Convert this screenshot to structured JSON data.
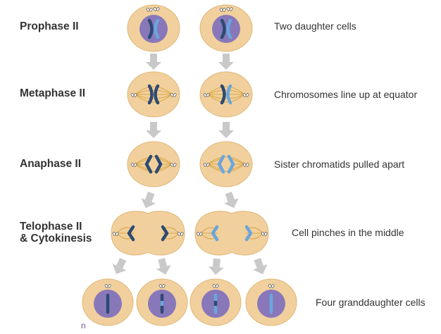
{
  "stages": [
    {
      "id": "prophase",
      "label": "Prophase II",
      "description": "Two daughter cells"
    },
    {
      "id": "metaphase",
      "label": "Metaphase II",
      "description": "Chromosomes line up at equator"
    },
    {
      "id": "anaphase",
      "label": "Anaphase II",
      "description": "Sister chromatids pulled apart"
    },
    {
      "id": "telophase",
      "label_line1": "Telophase II",
      "label_line2": "& Cytokinesis",
      "description": "Cell pinches in the middle"
    },
    {
      "id": "result",
      "description": "Four granddaughter cells"
    }
  ],
  "ploidy_label": "n",
  "colors": {
    "cell": "#f1d09e",
    "cell_border": "#e0b878",
    "nucleus": "#8878ba",
    "spindle": "#d9a640",
    "chromosome_dark": "#2d4a72",
    "chromosome_light": "#6aa6dd",
    "arrow": "#c9c9c9",
    "text": "#333333"
  }
}
